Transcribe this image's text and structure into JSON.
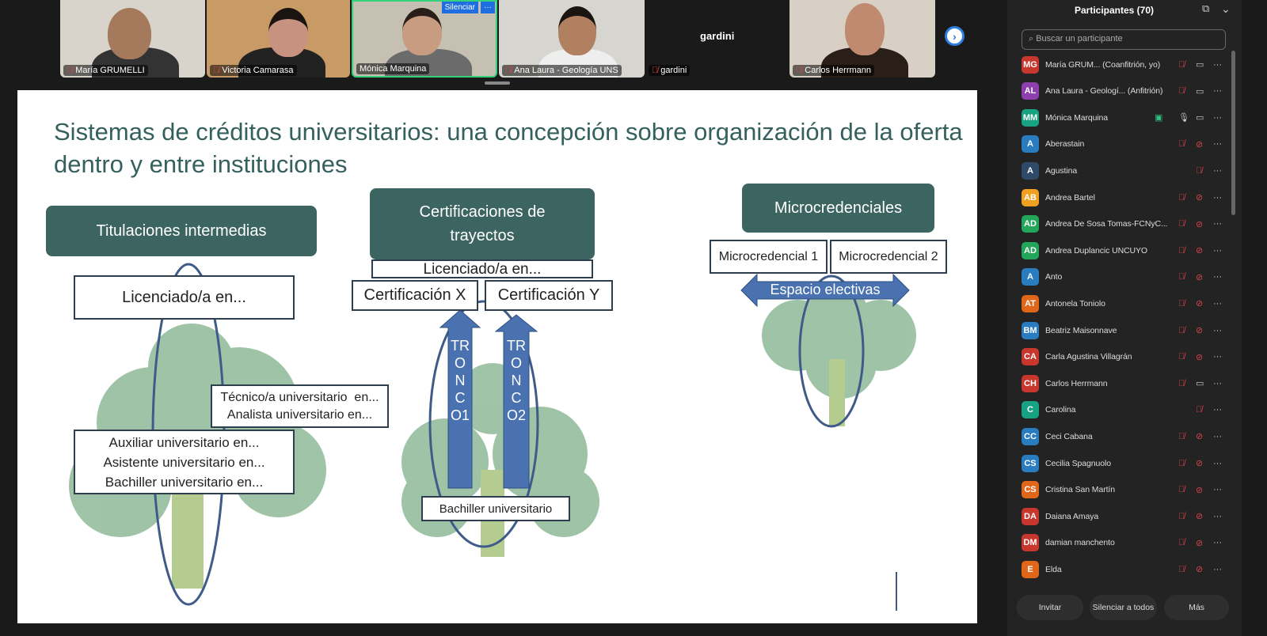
{
  "video_tiles": [
    {
      "name": "María GRUMELLI",
      "muted": true
    },
    {
      "name": "Victoria Camarasa",
      "muted": true
    },
    {
      "name": "Mónica Marquina",
      "muted": false,
      "active": true
    },
    {
      "name": "Ana Laura - Geología UNS",
      "muted": true
    },
    {
      "name": "gardini",
      "muted": true,
      "no_video": true
    },
    {
      "name": "Carlos Herrmann",
      "muted": true
    }
  ],
  "active_tile_actions": {
    "mute_label": "Silenciar",
    "more_label": "···"
  },
  "slide": {
    "title": "Sistemas de créditos universitarios: una concepción sobre organización de la oferta dentro y entre instituciones",
    "col1": {
      "header": "Titulaciones intermedias",
      "top": "Licenciado/a en...",
      "mid": "Técnico/a universitario  en...\nAnalista universitario en...",
      "low": "Auxiliar universitario en...\nAsistente universitario en...\nBachiller universitario en..."
    },
    "col2": {
      "header": "Certificaciones de trayectos",
      "top": "Licenciado/a en...",
      "cert_x": "Certificación X",
      "cert_y": "Certificación Y",
      "tronco1": "TRONCO1",
      "tronco2": "TRONCO2",
      "base": "Bachiller universitario"
    },
    "col3": {
      "header": "Microcredenciales",
      "micro1": "Microcredencial 1",
      "micro2": "Microcredencial 2",
      "arrow": "Espacio electivas"
    }
  },
  "panel": {
    "title": "Participantes (70)",
    "search_placeholder": "Buscar un participante",
    "participants": [
      {
        "initials": "MG",
        "name": "María GRUM...  (Coanfitrión, yo)",
        "color": "#c8372d",
        "mic": "off",
        "video": "on"
      },
      {
        "initials": "AL",
        "name": "Ana Laura - Geologí... (Anfitrión)",
        "color": "#8e3fae",
        "mic": "off",
        "video": "on"
      },
      {
        "initials": "MM",
        "name": "Mónica Marquina",
        "color": "#17a282",
        "mic": "on",
        "video": "on",
        "sharing": true
      },
      {
        "initials": "A",
        "name": "Aberastain",
        "color": "#2a7cc0",
        "mic": "off",
        "video": "off"
      },
      {
        "initials": "A",
        "name": "Agustina",
        "color": "#2f4a68",
        "mic": "off",
        "video": "none"
      },
      {
        "initials": "AB",
        "name": "Andrea Bartel",
        "color": "#f0a020",
        "mic": "off",
        "video": "off"
      },
      {
        "initials": "AD",
        "name": "Andrea De Sosa Tomas-FCNyC...",
        "color": "#23a55a",
        "mic": "off",
        "video": "off"
      },
      {
        "initials": "AD",
        "name": "Andrea Duplancic UNCUYO",
        "color": "#23a55a",
        "mic": "off",
        "video": "off"
      },
      {
        "initials": "A",
        "name": "Anto",
        "color": "#2a7cc0",
        "mic": "off",
        "video": "off"
      },
      {
        "initials": "AT",
        "name": "Antonela Toniolo",
        "color": "#e0661a",
        "mic": "off",
        "video": "off"
      },
      {
        "initials": "BM",
        "name": "Beatriz Maisonnave",
        "color": "#2a7cc0",
        "mic": "off",
        "video": "off"
      },
      {
        "initials": "CA",
        "name": "Carla Agustina Villagrán",
        "color": "#c8372d",
        "mic": "off",
        "video": "off"
      },
      {
        "initials": "CH",
        "name": "Carlos Herrmann",
        "color": "#c8372d",
        "mic": "off",
        "video": "on"
      },
      {
        "initials": "C",
        "name": "Carolina",
        "color": "#17a282",
        "mic": "off",
        "video": "none"
      },
      {
        "initials": "CC",
        "name": "Ceci Cabana",
        "color": "#2a7cc0",
        "mic": "off",
        "video": "off"
      },
      {
        "initials": "CS",
        "name": "Cecilia Spagnuolo",
        "color": "#2a7cc0",
        "mic": "off",
        "video": "off"
      },
      {
        "initials": "CS",
        "name": "Cristina San Martín",
        "color": "#e0661a",
        "mic": "off",
        "video": "off"
      },
      {
        "initials": "DA",
        "name": "Daiana Amaya",
        "color": "#c8372d",
        "mic": "off",
        "video": "off"
      },
      {
        "initials": "DM",
        "name": "damian manchento",
        "color": "#c8372d",
        "mic": "off",
        "video": "off"
      },
      {
        "initials": "E",
        "name": "Elda",
        "color": "#e0661a",
        "mic": "off",
        "video": "off"
      }
    ],
    "buttons": {
      "invite": "Invitar",
      "mute_all": "Silenciar a todos",
      "more": "Más"
    }
  },
  "colors": {
    "teal": "#3c6461",
    "arrow_blue": "#4a72b0",
    "mic_off": "#d9434a"
  }
}
